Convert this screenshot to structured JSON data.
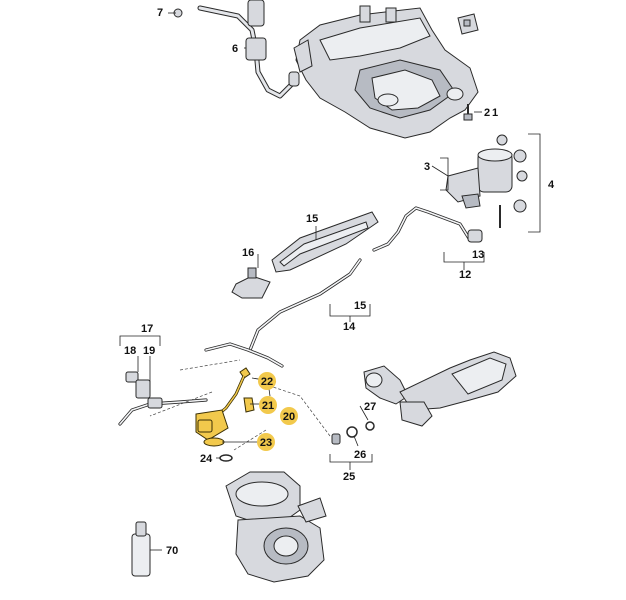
{
  "labels": {
    "c1": "1",
    "c2": "2",
    "c3": "3",
    "c4": "4",
    "c6": "6",
    "c7": "7",
    "c12": "12",
    "c13": "13",
    "c14": "14",
    "c15a": "15",
    "c15b": "15",
    "c16": "16",
    "c17": "17",
    "c18": "18",
    "c19": "19",
    "c20": "20",
    "c21": "21",
    "c22": "22",
    "c23": "23",
    "c24": "24",
    "c25": "25",
    "c26": "26",
    "c27": "27",
    "c70": "70"
  },
  "colors": {
    "highlight": "#f2c94c",
    "part_fill": "#d7d9de",
    "outline": "#2a2a2a"
  }
}
